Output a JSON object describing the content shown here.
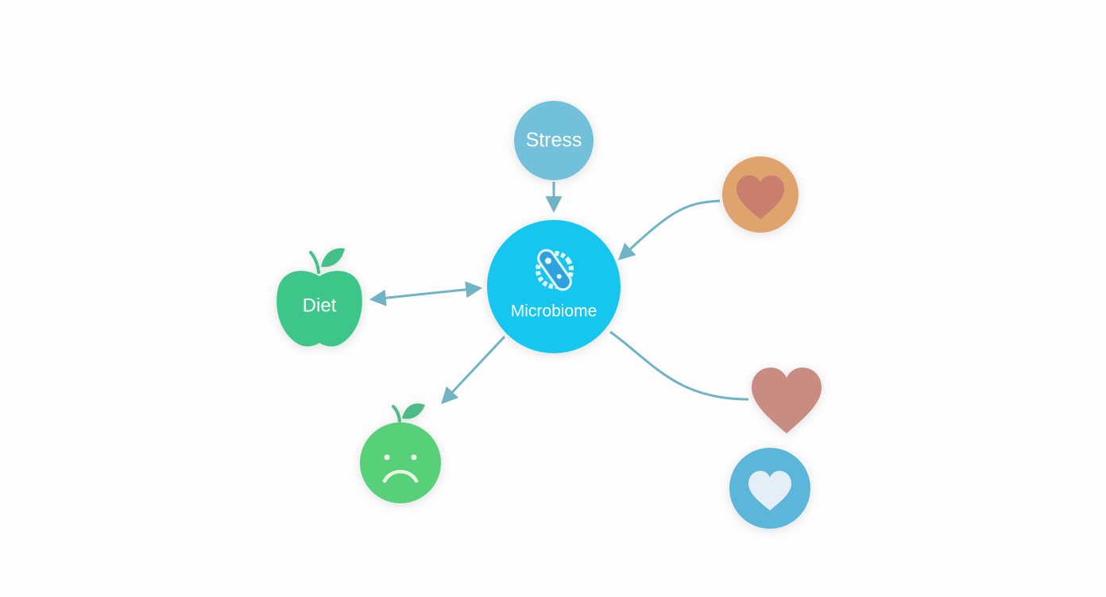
{
  "colors": {
    "background": "#fdfdfd",
    "connector": "#6fb3c5",
    "stress": "#72c0d9",
    "microbiome": "#14c6ef",
    "microbe_icon": "#2fa2df",
    "diet": "#3dc58a",
    "sad_apple": "#58d07a",
    "leaf_diet": "#45c08d",
    "leaf_sad": "#4dbb88",
    "orange_circle": "#dfa36d",
    "orange_heart": "#c97e6e",
    "large_heart": "#c98c82",
    "blue_circle": "#5cb6d9",
    "blue_heart": "#e4eef6"
  },
  "nodes": {
    "stress": {
      "label": "Stress"
    },
    "microbiome": {
      "label": "Microbiome",
      "icon": "microbe-icon"
    },
    "diet": {
      "label": "Diet",
      "icon": "apple-icon"
    },
    "sad_apple": {
      "icon": "sad-apple-icon"
    },
    "orange_heart": {
      "icon": "heart-icon"
    },
    "large_heart": {
      "icon": "heart-icon"
    },
    "blue_heart": {
      "icon": "heart-icon"
    }
  }
}
